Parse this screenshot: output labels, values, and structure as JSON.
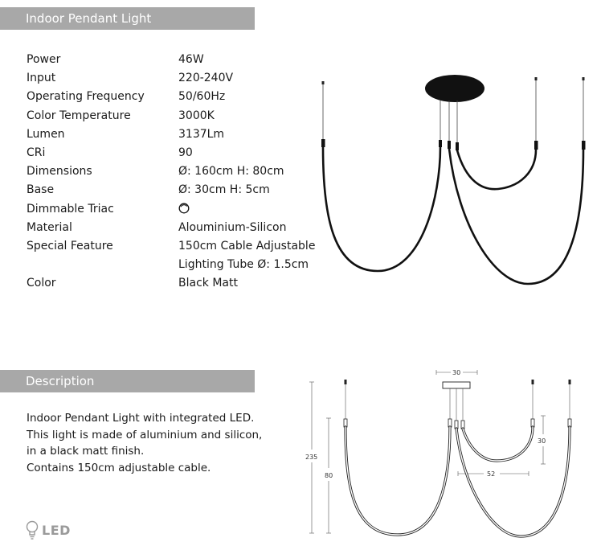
{
  "sections": {
    "specs_title": "Indoor Pendant Light",
    "description_title": "Description"
  },
  "specs": [
    {
      "label": "Power",
      "value": "46W"
    },
    {
      "label": "Input",
      "value": "220-240V"
    },
    {
      "label": "Operating Frequency",
      "value": "50/60Hz"
    },
    {
      "label": "Color Temperature",
      "value": "3000K"
    },
    {
      "label": "Lumen",
      "value": "3137Lm"
    },
    {
      "label": "CRi",
      "value": "90"
    },
    {
      "label": "Dimensions",
      "value": "Ø: 160cm  H: 80cm"
    },
    {
      "label": "Base",
      "value": "Ø: 30cm  H: 5cm"
    },
    {
      "label": "Dimmable Triac",
      "value": "",
      "icon": "dimmable-icon"
    },
    {
      "label": "Material",
      "value": "Alouminium-Silicon"
    },
    {
      "label": "Special Feature",
      "value": "150cm Cable Adjustable"
    },
    {
      "label": "",
      "value": "Lighting Tube Ø: 1.5cm"
    },
    {
      "label": "Color",
      "value": "Black Matt"
    }
  ],
  "description": [
    "Indoor Pendant Light with integrated LED.",
    "This light is made of aluminium and silicon,",
    "in a black matt finish.",
    "Contains 150cm adjustable cable."
  ],
  "badge": {
    "label": "LED",
    "icon": "bulb-icon"
  },
  "technical_drawing": {
    "dimensions": {
      "base_width": "30",
      "total_height": "235",
      "arc_height": "80",
      "small_arc_height": "30",
      "small_arc_width": "52"
    }
  },
  "colors": {
    "header_bg": "#a8a8a8",
    "header_text": "#ffffff",
    "body_text": "#1a1a1a",
    "badge_text": "#9a9a9a",
    "product": "#111111"
  }
}
